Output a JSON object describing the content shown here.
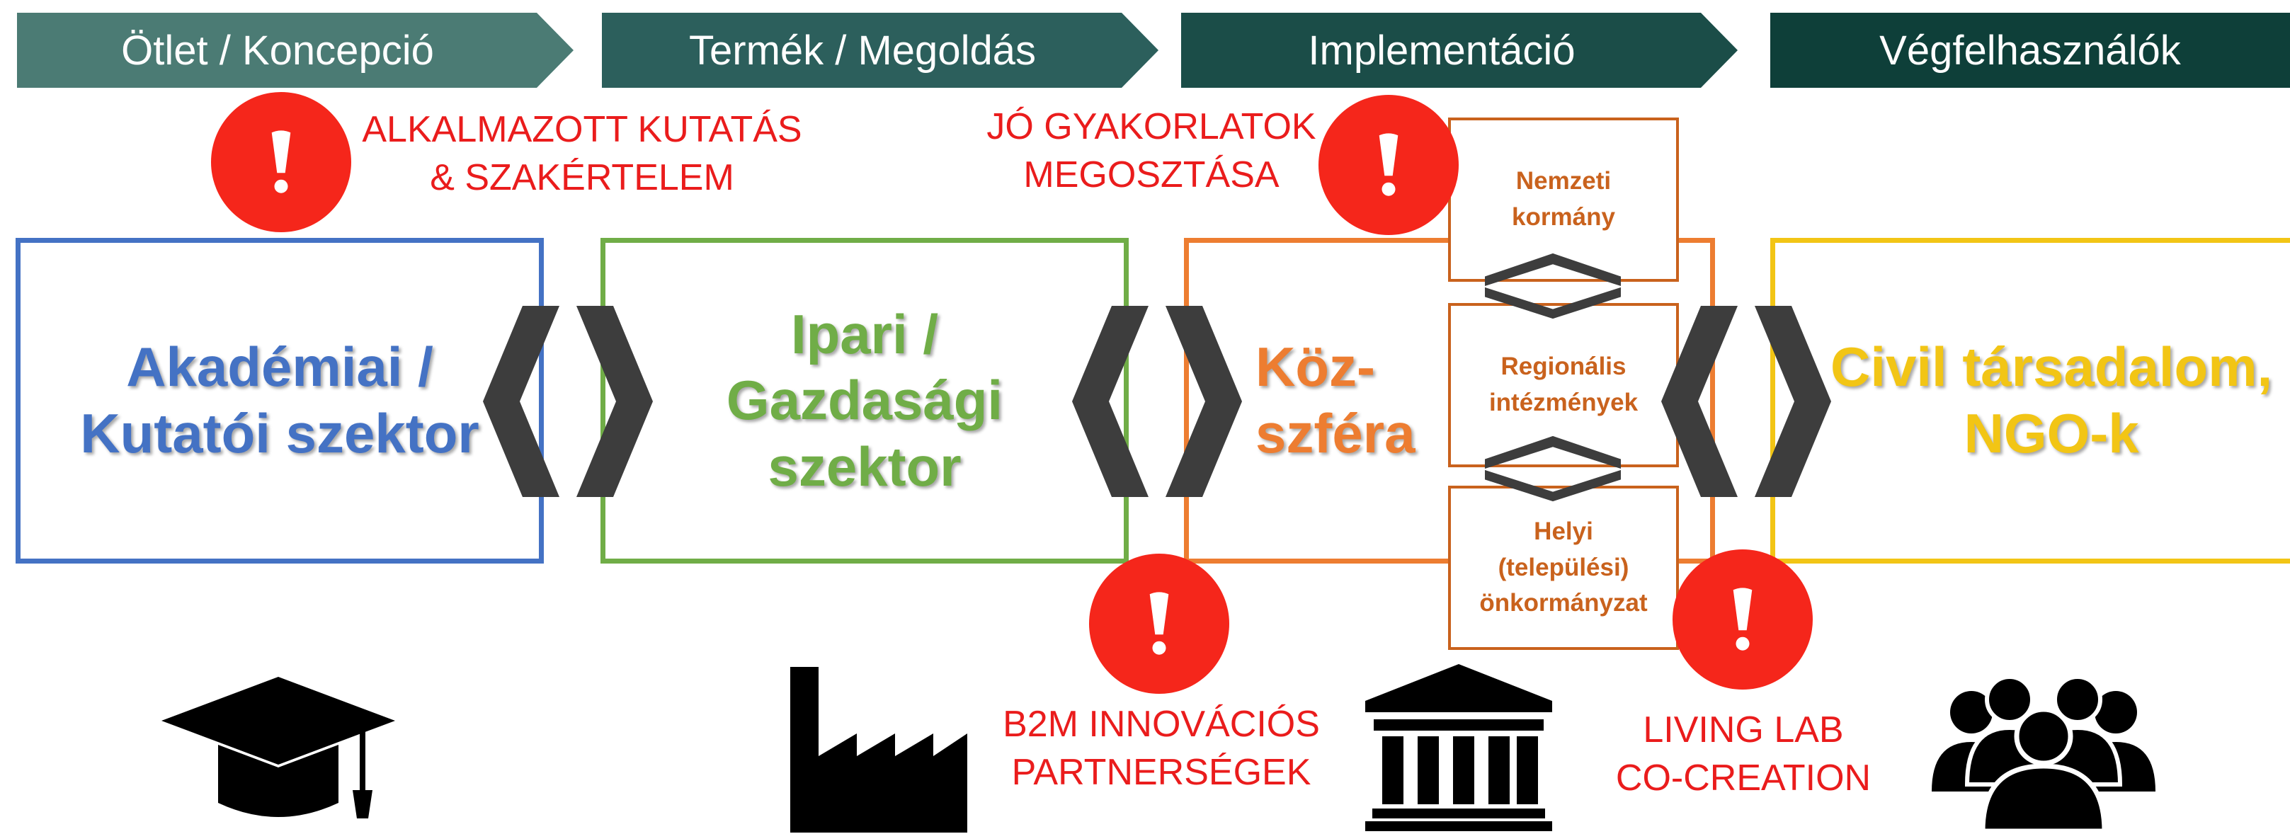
{
  "stages": [
    {
      "label": "Ötlet / Koncepció",
      "color": "#4b7b74"
    },
    {
      "label": "Termék / Megoldás",
      "color": "#2c5f5c"
    },
    {
      "label": "Implementáció",
      "color": "#1b4d48"
    },
    {
      "label": "Végfelhasználók",
      "color": "#0e3f39"
    }
  ],
  "sectors": [
    {
      "label": "Akadémiai /\nKutatói szektor",
      "color": "#4472c4"
    },
    {
      "label": "Ipari /\nGazdasági\nszektor",
      "color": "#70ad47"
    },
    {
      "label": "Köz-\nszféra",
      "color": "#ed7d31"
    },
    {
      "label": "Civil társadalom,\nNGO-k",
      "color": "#f2c515"
    }
  ],
  "alerts": [
    {
      "text": "ALKALMAZOTT KUTATÁS\n& SZAKÉRTELEM"
    },
    {
      "text": "JÓ GYAKORLATOK\nMEGOSZTÁSA"
    },
    {
      "text": "B2M INNOVÁCIÓS\nPARTNERSÉGEK"
    },
    {
      "text": "LIVING LAB\nCO-CREATION"
    }
  ],
  "alert_color": "#f5261b",
  "alert_text_color": "#ea1c1c",
  "government_levels": [
    {
      "label": "Nemzeti\nkormány"
    },
    {
      "label": "Regionális\nintézmények"
    },
    {
      "label": "Helyi\n(települési)\nönkormányzat"
    }
  ],
  "connector_color": "#3d3d3d",
  "icons": [
    "graduation-cap-icon",
    "factory-icon",
    "government-building-icon",
    "people-group-icon"
  ]
}
